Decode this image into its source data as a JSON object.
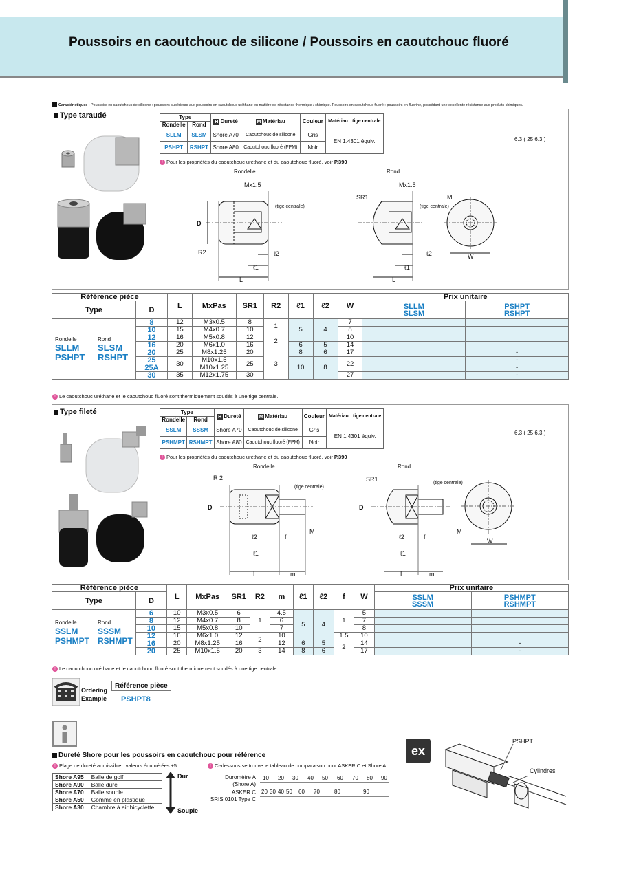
{
  "header": {
    "title": "Poussoirs en caoutchouc de silicone / Poussoirs en caoutchouc fluoré"
  },
  "features": {
    "label": "Caractéristiques :",
    "text": "Poussoirs en caoutchouc de silicone : poussoirs supérieurs aux poussoirs en caoutchouc uréthane en matière de résistance thermique / chimique. Poussoirs en caoutchouc fluoré : poussoirs en fluorine, possédant une excellente résistance aux produits chimiques."
  },
  "tapped": {
    "title": "Type taraudé",
    "type_header": "Type",
    "col_rondelle": "Rondelle",
    "col_rond": "Rond",
    "col_durete": "Dureté",
    "col_materiau": "Matériau",
    "col_couleur": "Couleur",
    "col_tige": "Matériau : tige centrale",
    "badge_h": "H",
    "badge_m": "M",
    "rows": [
      {
        "rondelle": "SLLM",
        "rond": "SLSM",
        "durete": "Shore A70",
        "materiau": "Caoutchouc de silicone",
        "couleur": "Gris"
      },
      {
        "rondelle": "PSHPT",
        "rond": "RSHPT",
        "durete": "Shore A80",
        "materiau": "Caoutchouc fluoré (FPM)",
        "couleur": "Noir"
      }
    ],
    "tige": "EN 1.4301 équiv.",
    "note": "Pour les propriétés du caoutchouc uréthane et du caoutchouc fluoré, voir",
    "note_page": "P.390",
    "label_rondelle": "Rondelle",
    "label_rond": "Rond",
    "roughness": "6.3 ( 25 6.3 )",
    "drawing_labels": {
      "mx": "Mx1.5",
      "tige": "(tige centrale)",
      "d": "D",
      "r2": "R2",
      "l": "L",
      "l1": "ℓ1",
      "l2": "ℓ2",
      "sr1": "SR1",
      "m": "M",
      "w": "W",
      "r25": "25",
      "r63": "6.3"
    }
  },
  "table1": {
    "h_ref": "Référence pièce",
    "h_type": "Type",
    "h_d": "D",
    "h_l": "L",
    "h_mxpas": "MxPas",
    "h_sr1": "SR1",
    "h_r2": "R2",
    "h_l1": "ℓ1",
    "h_l2": "ℓ2",
    "h_w": "W",
    "h_prix": "Prix unitaire",
    "h_p1a": "SLLM",
    "h_p1b": "SLSM",
    "h_p2a": "PSHPT",
    "h_p2b": "RSHPT",
    "type_rondelle": "Rondelle",
    "type_rond": "Rond",
    "type_a1": "SLLM",
    "type_a2": "PSHPT",
    "type_b1": "SLSM",
    "type_b2": "RSHPT",
    "rows": [
      {
        "d": "8",
        "l": "12",
        "mx": "M3x0.5",
        "sr1": "8",
        "w": "7",
        "p2": ""
      },
      {
        "d": "10",
        "l": "15",
        "mx": "M4x0.7",
        "sr1": "10",
        "w": "8",
        "p2": ""
      },
      {
        "d": "12",
        "l": "16",
        "mx": "M5x0.8",
        "sr1": "12",
        "w": "10",
        "p2": ""
      },
      {
        "d": "16",
        "l": "20",
        "mx": "M6x1.0",
        "sr1": "16",
        "w": "14",
        "p2": ""
      },
      {
        "d": "20",
        "l": "25",
        "mx": "M8x1.25",
        "sr1": "20",
        "w": "17",
        "p2": "-"
      },
      {
        "d": "25",
        "l": "30",
        "mx": "M10x1.5",
        "sr1": "25",
        "w": "22",
        "p2": "-"
      },
      {
        "d": "25A",
        "l": "30",
        "mx": "M10x1.25",
        "sr1": "25",
        "w": "22",
        "p2": "-"
      },
      {
        "d": "30",
        "l": "35",
        "mx": "M12x1.75",
        "sr1": "30",
        "w": "27",
        "p2": "-"
      }
    ],
    "r2": [
      "1",
      "2",
      "3"
    ],
    "l1": [
      "5",
      "6",
      "8",
      "10"
    ],
    "l2": [
      "4",
      "5",
      "6",
      "8"
    ],
    "note": "Le caoutchouc uréthane et le caoutchouc fluoré sont thermiquement soudés à une tige centrale."
  },
  "threaded": {
    "title": "Type fileté",
    "rows": [
      {
        "rondelle": "SSLM",
        "rond": "SSSM",
        "durete": "Shore A70",
        "materiau": "Caoutchouc de silicone",
        "couleur": "Gris"
      },
      {
        "rondelle": "PSHMPT",
        "rond": "RSHMPT",
        "durete": "Shore A80",
        "materiau": "Caoutchouc fluoré (FPM)",
        "couleur": "Noir"
      }
    ],
    "drawing_labels": {
      "r2": "R 2",
      "sr1": "SR1",
      "m": "m",
      "f": "f",
      "M": "M"
    }
  },
  "table2": {
    "h_m": "m",
    "h_f": "f",
    "h_p1a": "SSLM",
    "h_p1b": "SSSM",
    "h_p2a": "PSHMPT",
    "h_p2b": "RSHMPT",
    "type_a1": "SSLM",
    "type_a2": "PSHMPT",
    "type_b1": "SSSM",
    "type_b2": "RSHMPT",
    "rows": [
      {
        "d": "6",
        "l": "10",
        "mx": "M3x0.5",
        "sr1": "6",
        "m": "4.5",
        "w": "5",
        "p2": ""
      },
      {
        "d": "8",
        "l": "12",
        "mx": "M4x0.7",
        "sr1": "8",
        "m": "6",
        "w": "7",
        "p2": ""
      },
      {
        "d": "10",
        "l": "15",
        "mx": "M5x0.8",
        "sr1": "10",
        "m": "7",
        "w": "8",
        "p2": ""
      },
      {
        "d": "12",
        "l": "16",
        "mx": "M6x1.0",
        "sr1": "12",
        "m": "10",
        "w": "10",
        "p2": ""
      },
      {
        "d": "16",
        "l": "20",
        "mx": "M8x1.25",
        "sr1": "16",
        "m": "12",
        "w": "14",
        "p2": "-"
      },
      {
        "d": "20",
        "l": "25",
        "mx": "M10x1.5",
        "sr1": "20",
        "m": "14",
        "w": "17",
        "p2": "-"
      }
    ],
    "r2": [
      "1",
      "2",
      "3"
    ],
    "l1": [
      "5",
      "6",
      "8"
    ],
    "l2": [
      "4",
      "5",
      "6"
    ],
    "f": [
      "1",
      "1.5",
      "2"
    ]
  },
  "ordering": {
    "label_1": "Ordering",
    "label_2": "Example",
    "ref_label": "Référence pièce",
    "ref_value": "PSHPT8"
  },
  "info": {
    "title": "Dureté Shore pour les poussoirs en caoutchouc pour référence",
    "note1": "Plage de dureté admissible : valeurs énumérées ±5",
    "note2": "Ci-dessous se trouve le tableau de comparaison pour ASKER C et Shore A.",
    "hardness": [
      {
        "shore": "Shore A95",
        "desc": "Balle de golf"
      },
      {
        "shore": "Shore A90",
        "desc": "Balle dure"
      },
      {
        "shore": "Shore A70",
        "desc": "Balle souple"
      },
      {
        "shore": "Shore A50",
        "desc": "Gomme en plastique"
      },
      {
        "shore": "Shore A30",
        "desc": "Chambre à air bicyclette"
      }
    ],
    "dur": "Dur",
    "souple": "Souple",
    "scale_a_label": "Duromètre A",
    "scale_a_sub": "(Shore A)",
    "scale_a": [
      "10",
      "20",
      "30",
      "40",
      "50",
      "60",
      "70",
      "80",
      "90"
    ],
    "scale_c_label": "ASKER C",
    "scale_c": [
      "20",
      "30",
      "40",
      "50",
      "60",
      "70",
      "80",
      "90"
    ],
    "scale_s_label": "SRIS 0101 Type C",
    "ex_badge": "ex",
    "ex_label1": "PSHPT",
    "ex_label2": "Cylindres"
  }
}
